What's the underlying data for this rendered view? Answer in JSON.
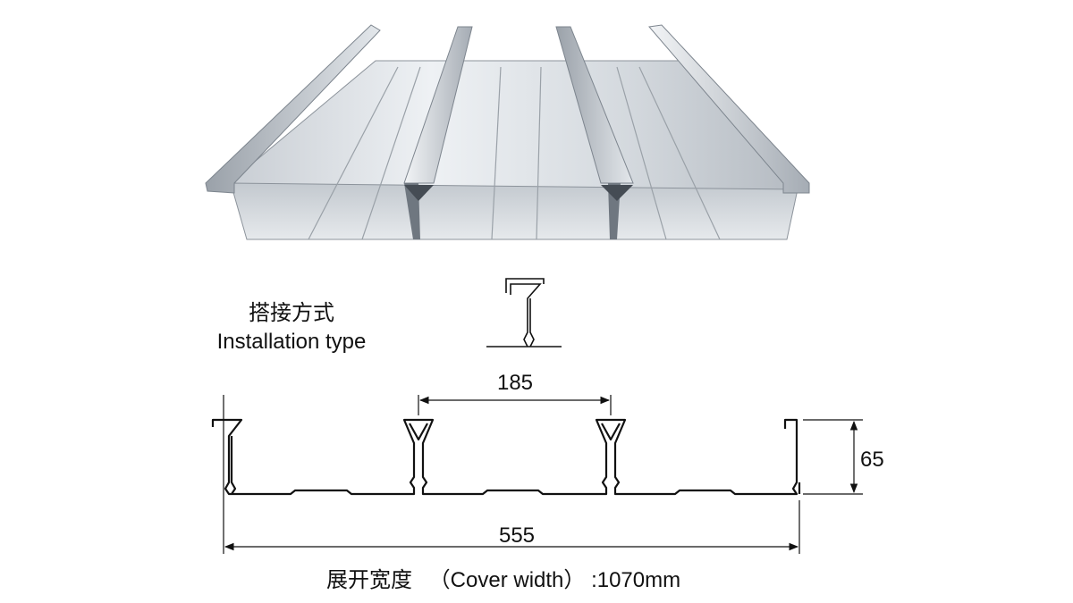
{
  "installation": {
    "label_cn": "搭接方式",
    "label_en": "Installation type"
  },
  "dimensions": {
    "rib_spacing": "185",
    "height": "65",
    "coverage_width": "555"
  },
  "cover_width": {
    "label_cn": "展开宽度",
    "label_en": "（Cover width）",
    "value": ":1070mm"
  },
  "colors": {
    "steel_light": "#eef1f4",
    "steel_mid": "#b9bfc6",
    "steel_dark": "#7d858e",
    "line": "#111111"
  }
}
